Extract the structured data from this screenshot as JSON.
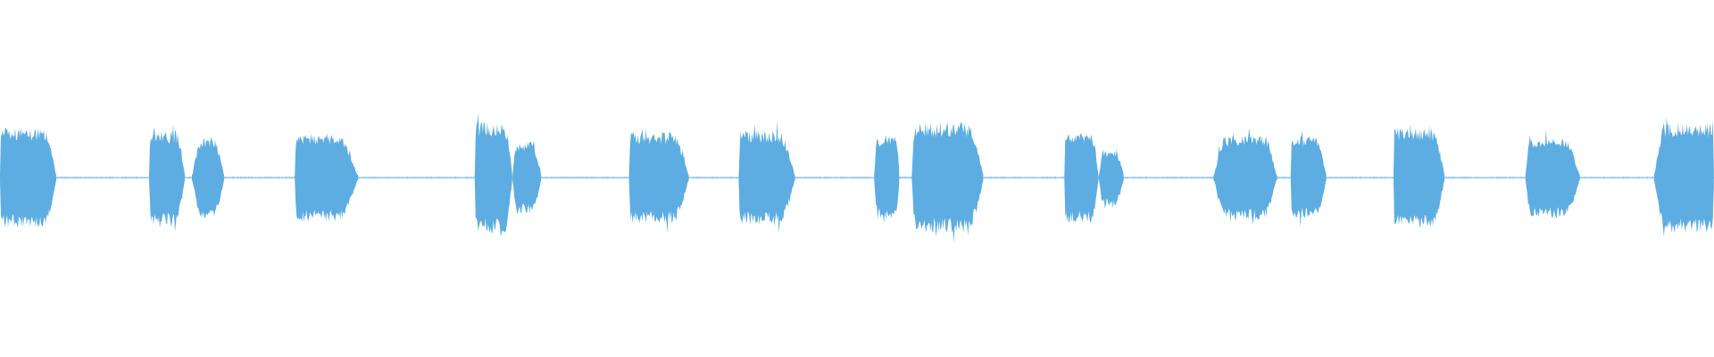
{
  "waveform": {
    "wave_color": "#5dade2",
    "background_color": "#ffffff",
    "duration_fraction": 1.0,
    "segments": [
      {
        "start": 0.0,
        "end": 0.033,
        "amp": 0.26,
        "attack": 0.02,
        "decay": 0.22
      },
      {
        "start": 0.087,
        "end": 0.108,
        "amp": 0.24,
        "attack": 0.05,
        "decay": 0.25
      },
      {
        "start": 0.112,
        "end": 0.131,
        "amp": 0.2,
        "attack": 0.3,
        "decay": 0.35
      },
      {
        "start": 0.172,
        "end": 0.209,
        "amp": 0.22,
        "attack": 0.03,
        "decay": 0.3
      },
      {
        "start": 0.277,
        "end": 0.299,
        "amp": 0.29,
        "attack": 0.02,
        "decay": 0.2
      },
      {
        "start": 0.299,
        "end": 0.316,
        "amp": 0.17,
        "attack": 0.15,
        "decay": 0.35
      },
      {
        "start": 0.367,
        "end": 0.402,
        "amp": 0.23,
        "attack": 0.03,
        "decay": 0.25
      },
      {
        "start": 0.431,
        "end": 0.464,
        "amp": 0.24,
        "attack": 0.03,
        "decay": 0.28
      },
      {
        "start": 0.51,
        "end": 0.525,
        "amp": 0.21,
        "attack": 0.15,
        "decay": 0.2
      },
      {
        "start": 0.532,
        "end": 0.574,
        "amp": 0.29,
        "attack": 0.05,
        "decay": 0.22
      },
      {
        "start": 0.621,
        "end": 0.641,
        "amp": 0.23,
        "attack": 0.02,
        "decay": 0.2
      },
      {
        "start": 0.641,
        "end": 0.656,
        "amp": 0.12,
        "attack": 0.2,
        "decay": 0.35
      },
      {
        "start": 0.708,
        "end": 0.745,
        "amp": 0.21,
        "attack": 0.2,
        "decay": 0.2
      },
      {
        "start": 0.753,
        "end": 0.774,
        "amp": 0.2,
        "attack": 0.03,
        "decay": 0.3
      },
      {
        "start": 0.813,
        "end": 0.843,
        "amp": 0.26,
        "attack": 0.02,
        "decay": 0.25
      },
      {
        "start": 0.89,
        "end": 0.922,
        "amp": 0.2,
        "attack": 0.1,
        "decay": 0.3
      },
      {
        "start": 0.965,
        "end": 1.0,
        "amp": 0.29,
        "attack": 0.2,
        "decay": 0.02
      }
    ]
  }
}
